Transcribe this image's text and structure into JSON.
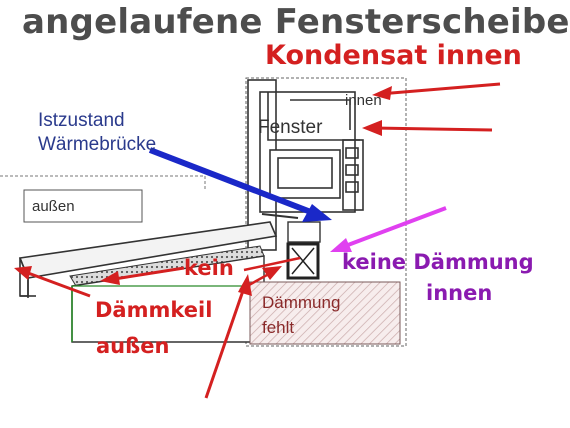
{
  "title": "angelaufene Fensterscheibe",
  "labels": {
    "kondensat": "Kondensat innen",
    "innen_small": "innen",
    "fenster": "Fenster",
    "istzustand_line1": "Istzustand",
    "istzustand_line2": "Wärmebrücke",
    "aussen_small": "außen",
    "kein": "kein",
    "daemmkeil": "Dämmkeil",
    "aussen_red": "außen",
    "keine_daemmung_line1": "keine Dämmung",
    "keine_daemmung_line2": "innen",
    "daemmung_fehlt_line1": "Dämmung",
    "daemmung_fehlt_line2": "fehlt"
  },
  "colors": {
    "title": "#4d4d4d",
    "red_annotation": "#d42020",
    "purple_annotation": "#8a1ab0",
    "blue_annotation": "#2a3a8c",
    "blue_arrow": "#1a28c8",
    "magenta_arrow": "#e040f0",
    "hatch_fill": "#f3e6e6"
  }
}
